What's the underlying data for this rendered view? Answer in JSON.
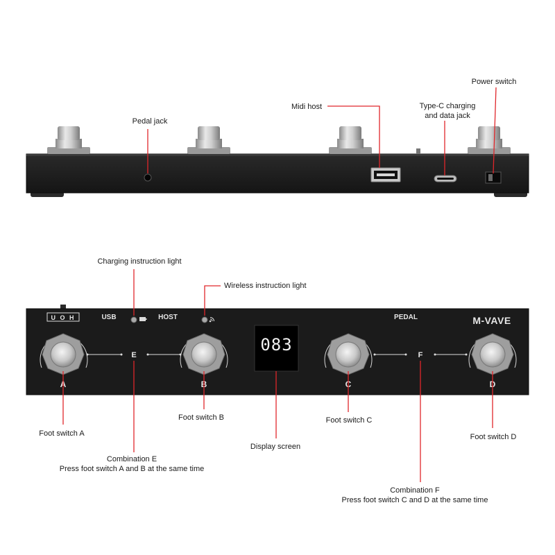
{
  "product": {
    "brand": "M-VAVE",
    "display_value": "083",
    "top_panel_labels": {
      "usb": "USB",
      "host": "HOST",
      "pedal": "PEDAL",
      "power_positions": "U O H"
    },
    "switch_letters": [
      "A",
      "B",
      "C",
      "D"
    ],
    "combo_letters": [
      "E",
      "F"
    ]
  },
  "callouts": {
    "pedal_jack": "Pedal jack",
    "midi_host": "Midi host",
    "type_c_line1": "Type-C charging",
    "type_c_line2": "and data jack",
    "power_switch": "Power switch",
    "charging_light": "Charging instruction light",
    "wireless_light": "Wireless instruction light",
    "foot_switch_a": "Foot switch A",
    "foot_switch_b": "Foot switch B",
    "foot_switch_c": "Foot switch C",
    "foot_switch_d": "Foot switch D",
    "display_screen": "Display screen",
    "combo_e_title": "Combination E",
    "combo_e_desc": "Press foot switch A and B at the same time",
    "combo_f_title": "Combination F",
    "combo_f_desc": "Press foot switch C and D at the same time"
  },
  "colors": {
    "leader_line": "#e0262b",
    "body": "#1b1b1b"
  }
}
